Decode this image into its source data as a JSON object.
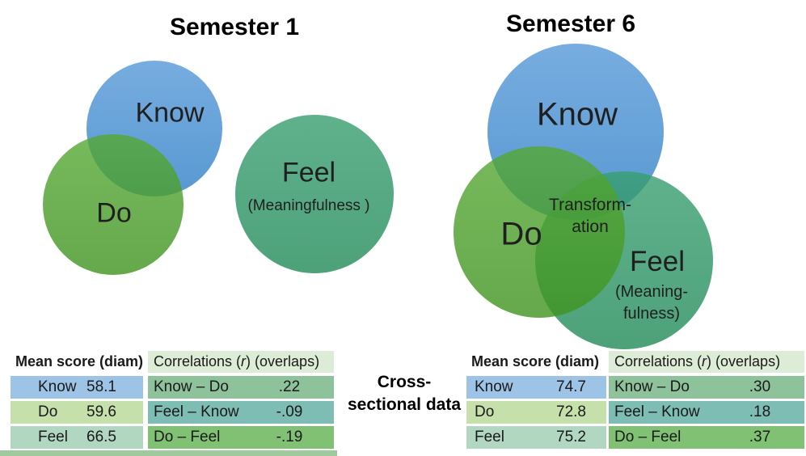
{
  "semester1": {
    "title": "Semester 1",
    "circles": {
      "know": {
        "label": "Know"
      },
      "do": {
        "label": "Do"
      },
      "feel": {
        "label": "Feel",
        "sublabel": "(Meaningfulness )"
      }
    },
    "table": {
      "mean_header": "Mean score (diam)",
      "corr_header": {
        "prefix": "Correlations (",
        "r": "r",
        "suffix": ") (overlaps)"
      },
      "mean_rows": [
        {
          "label": "Know",
          "value": "58.1"
        },
        {
          "label": "Do",
          "value": "59.6"
        },
        {
          "label": "Feel",
          "value": "66.5"
        }
      ],
      "corr_rows": [
        {
          "label": "Know – Do",
          "value": ".22"
        },
        {
          "label": "Feel – Know",
          "value": "-.09"
        },
        {
          "label": "Do – Feel",
          "value": "-.19"
        }
      ]
    }
  },
  "semester6": {
    "title": "Semester 6",
    "circles": {
      "know": {
        "label": "Know"
      },
      "do": {
        "label": "Do"
      },
      "feel": {
        "label": "Feel",
        "sublabel_line1": "(Meaning-",
        "sublabel_line2": "fulness)"
      },
      "overlap": {
        "line1": "Transform-",
        "line2": "ation"
      }
    },
    "table": {
      "mean_header": "Mean score (diam)",
      "corr_header": {
        "prefix": "Correlations (",
        "r": "r",
        "suffix": ") (overlaps)"
      },
      "mean_rows": [
        {
          "label": "Know",
          "value": "74.7"
        },
        {
          "label": "Do",
          "value": "72.8"
        },
        {
          "label": "Feel",
          "value": "75.2"
        }
      ],
      "corr_rows": [
        {
          "label": "Know – Do",
          "value": ".30"
        },
        {
          "label": "Feel – Know",
          "value": ".18"
        },
        {
          "label": "Do – Feel",
          "value": ".37"
        }
      ]
    }
  },
  "center_note": {
    "line1": "Cross-",
    "line2": "sectional data"
  },
  "colors": {
    "know_circle": "#5b9bd5",
    "do_circle": "#6db14f",
    "feel_circle": "#55ab82",
    "row_know_bg": "#9dc3e6",
    "row_do_bg": "#c6e0ac",
    "row_feel_bg": "#b1d7c1",
    "row_know_do_bg": "#8ec29b",
    "row_feel_know_bg": "#7ebdb3",
    "row_do_feel_bg": "#81c173",
    "corr_header_bg": "#ddecd6"
  }
}
